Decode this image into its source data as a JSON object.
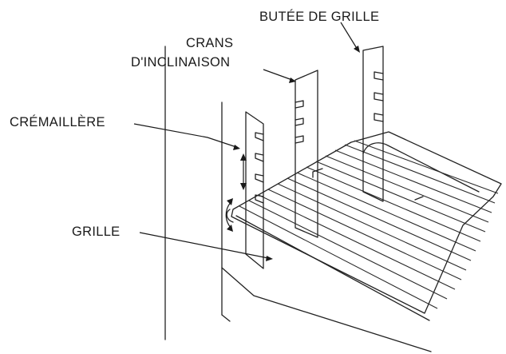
{
  "labels": {
    "butee": "BUTÉE DE GRILLE",
    "crans_line1": "CRANS",
    "crans_line2": "D'INCLINAISON",
    "cremaillere": "CRÉMAILLÈRE",
    "grille": "GRILLE"
  },
  "colors": {
    "ink": "#1a1a1a",
    "background": "#ffffff"
  }
}
